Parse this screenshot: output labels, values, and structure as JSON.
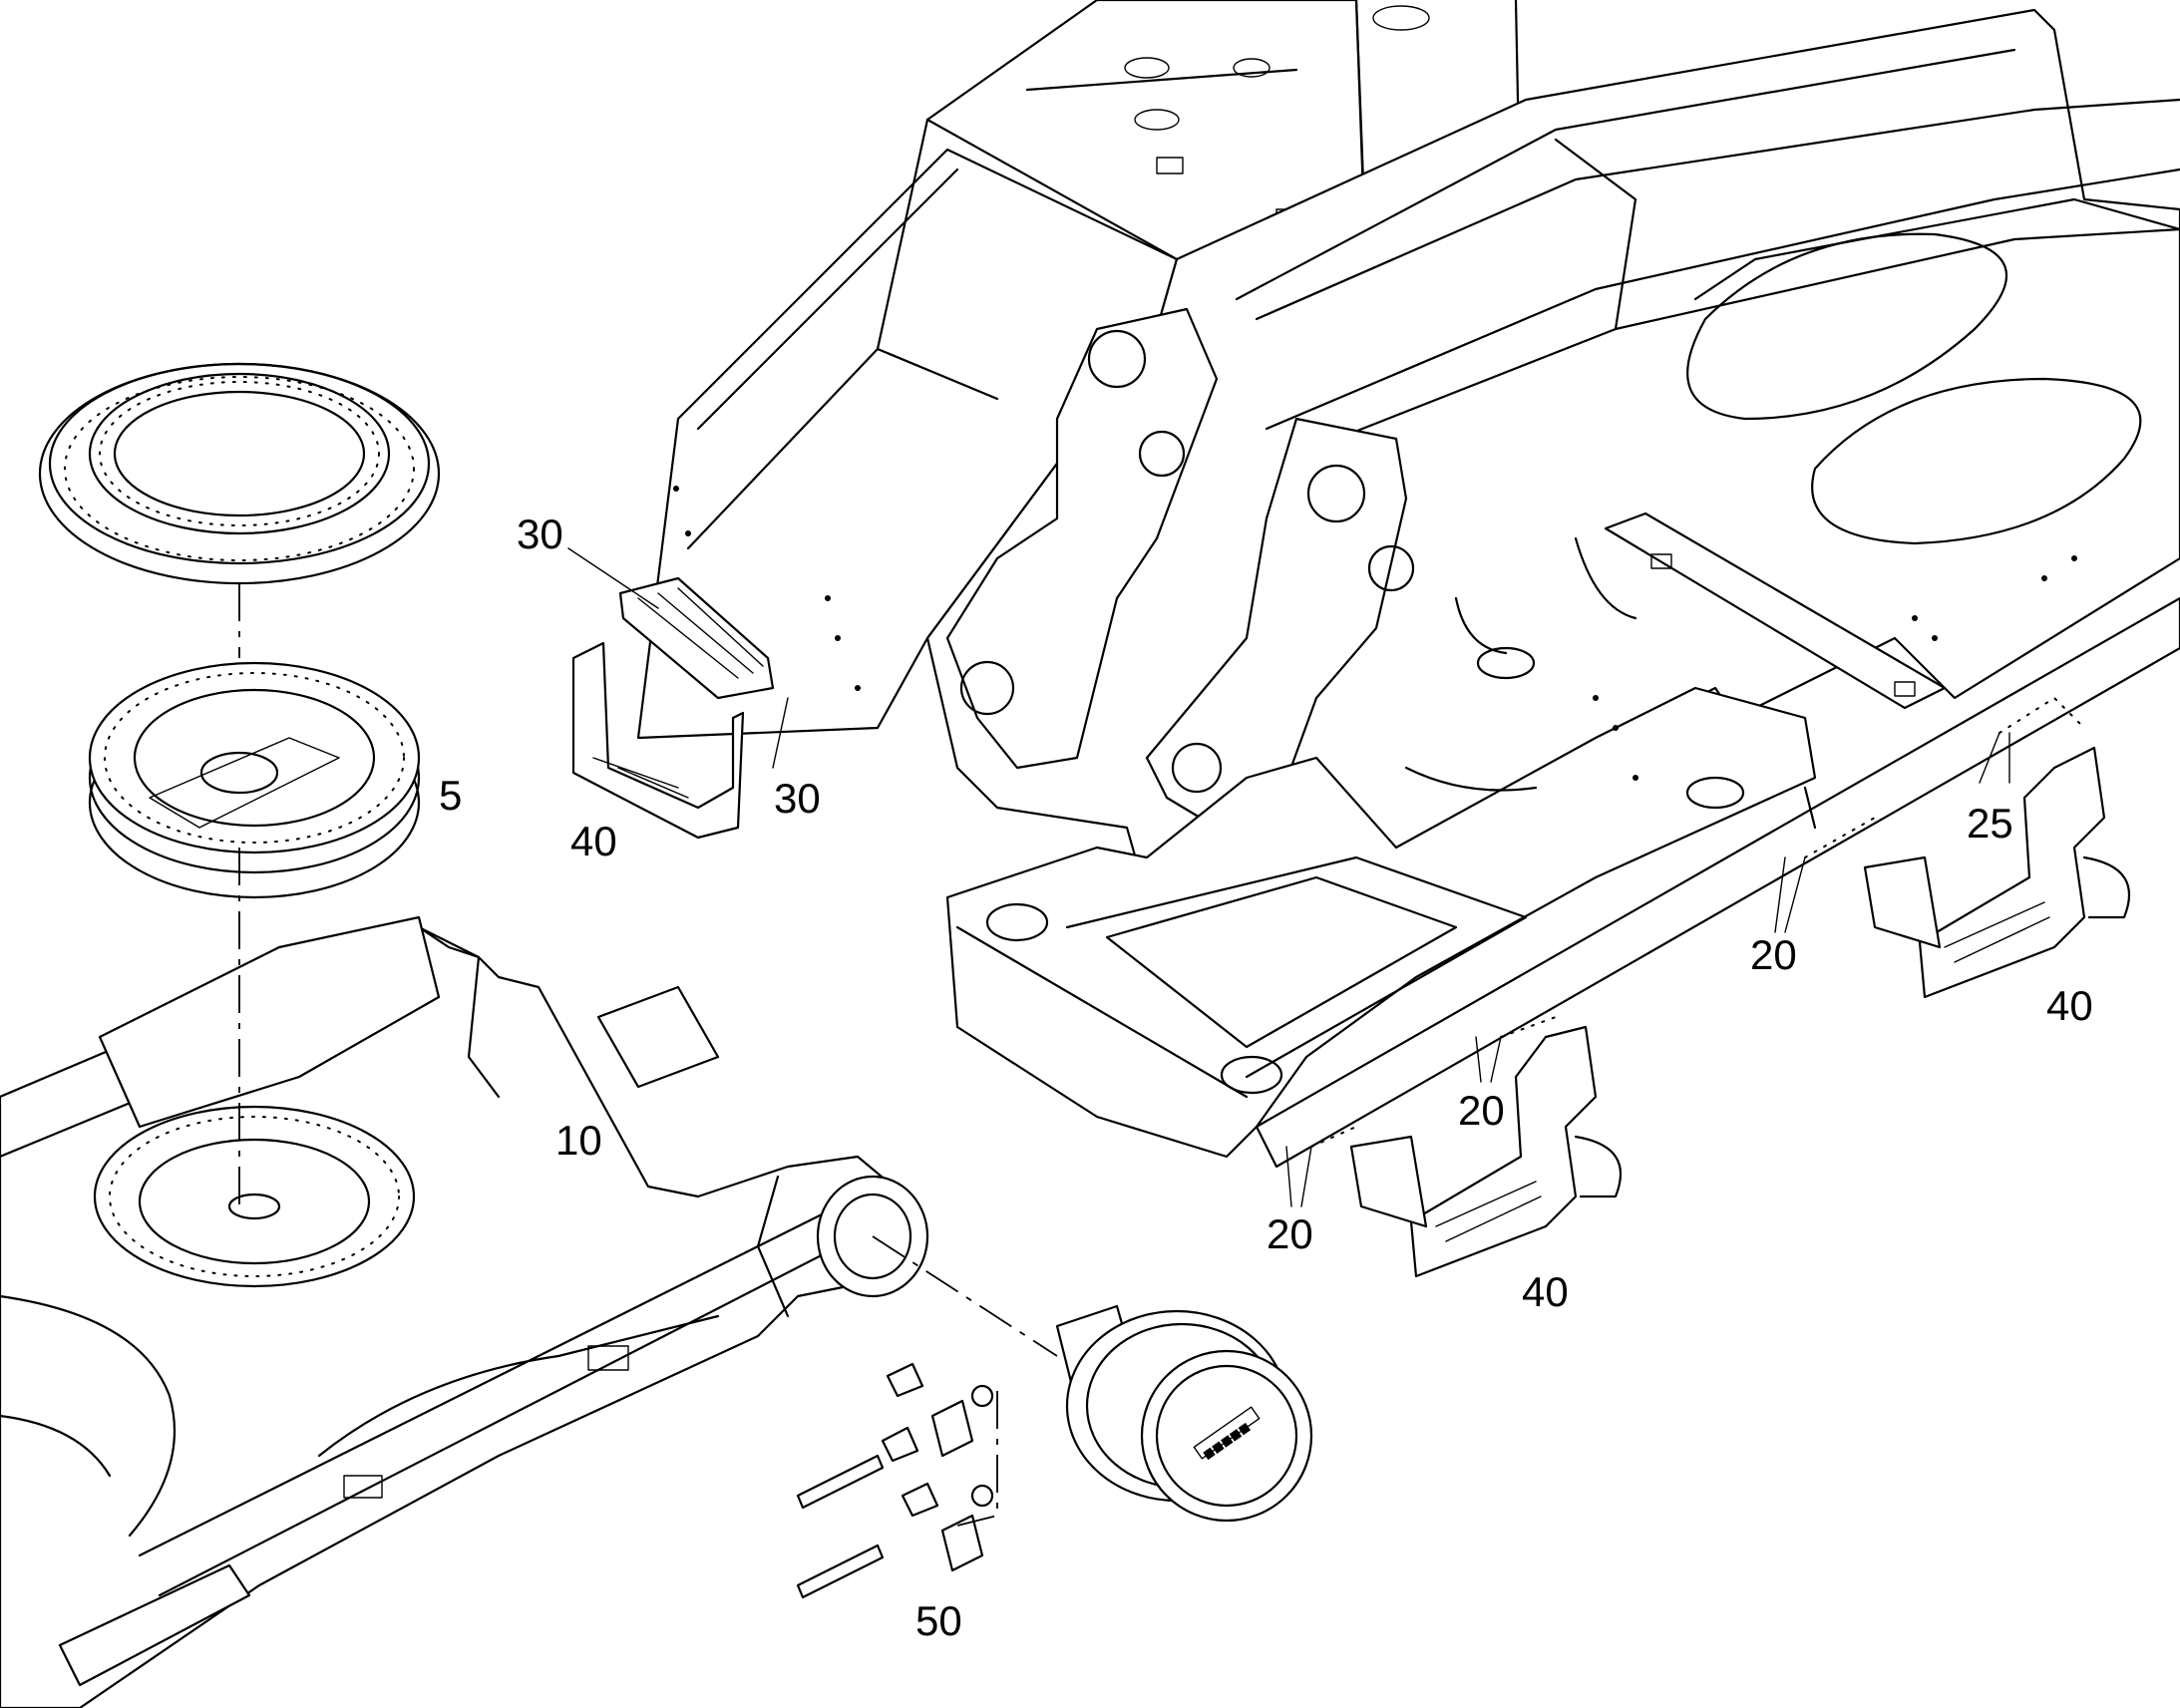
{
  "diagram": {
    "callouts": [
      {
        "id": "c-30a",
        "text": "30"
      },
      {
        "id": "c-30b",
        "text": "30"
      },
      {
        "id": "c-40a",
        "text": "40"
      },
      {
        "id": "c-5",
        "text": "5"
      },
      {
        "id": "c-10",
        "text": "10"
      },
      {
        "id": "c-25",
        "text": "25"
      },
      {
        "id": "c-20a",
        "text": "20"
      },
      {
        "id": "c-20b",
        "text": "20"
      },
      {
        "id": "c-20c",
        "text": "20"
      },
      {
        "id": "c-40b",
        "text": "40"
      },
      {
        "id": "c-40c",
        "text": "40"
      },
      {
        "id": "c-50",
        "text": "50"
      }
    ],
    "line_color": "#000000",
    "background": "#ffffff"
  }
}
